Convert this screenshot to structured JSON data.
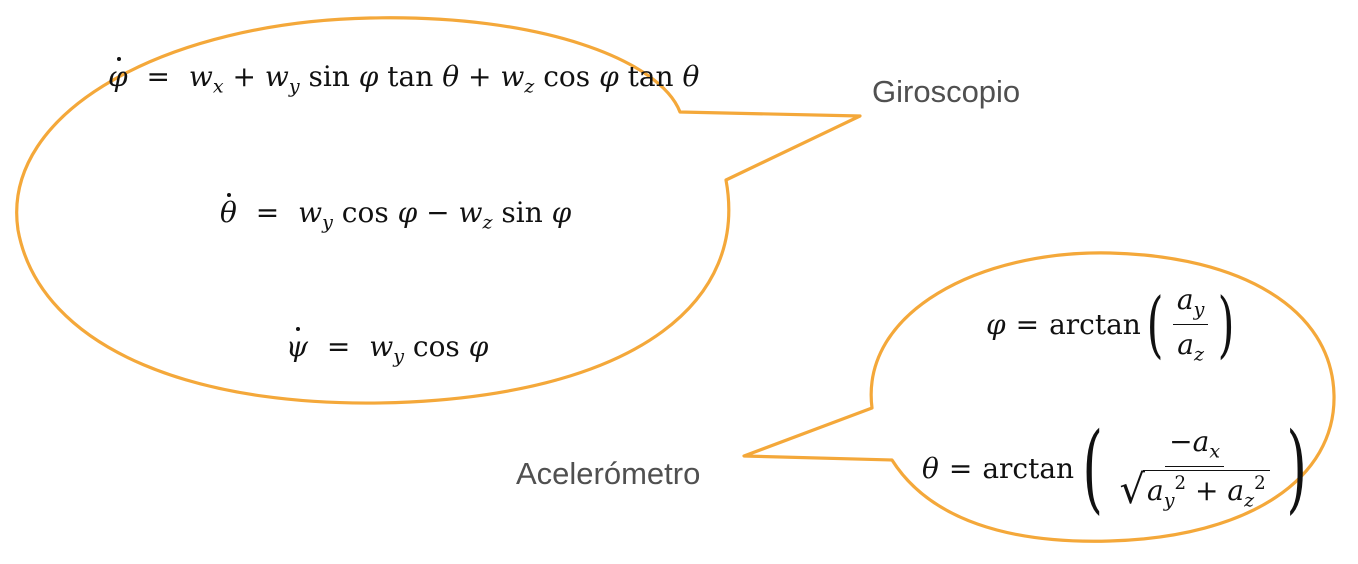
{
  "labels": {
    "gyroscope": "Giroscopio",
    "accelerometer": "Acelerómetro"
  },
  "colors": {
    "bubble_outline": "#f4a83a",
    "label_text": "#505050",
    "equation_text": "#111111"
  },
  "gyro_equations": {
    "roll": {
      "lhs": "φ",
      "rhs": [
        "w",
        "x",
        "+",
        "w",
        "y",
        "sin",
        "φ",
        "tan",
        "θ",
        "+",
        "w",
        "z",
        "cos",
        "φ",
        "tan",
        "θ"
      ]
    },
    "pitch": {
      "lhs": "θ",
      "rhs": [
        "w",
        "y",
        "cos",
        "φ",
        "−",
        "w",
        "z",
        "sin",
        "φ"
      ]
    },
    "yaw": {
      "lhs": "ψ",
      "rhs": [
        "w",
        "y",
        "cos",
        "φ"
      ]
    }
  },
  "accel_equations": {
    "roll": {
      "lhs": "φ",
      "fn": "arctan",
      "num": [
        "a",
        "y"
      ],
      "den": [
        "a",
        "z"
      ]
    },
    "pitch": {
      "lhs": "θ",
      "fn": "arctan",
      "num": [
        "−a",
        "x"
      ],
      "den": [
        "a",
        "y",
        "2",
        "+",
        "a",
        "z",
        "2"
      ]
    }
  }
}
